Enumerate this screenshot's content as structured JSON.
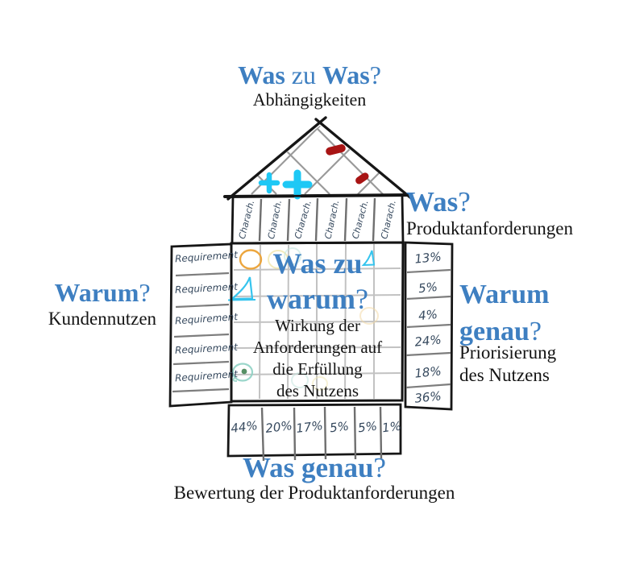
{
  "colors": {
    "accent_blue": "#3e7fc1",
    "ink_handwriting": "#36495e",
    "cyan_symbol": "#1ec8f5",
    "red_symbol": "#a81414",
    "orange_symbol": "#eca63e",
    "green_symbol": "#3a7d4a",
    "grid_gray": "#8f8f8f"
  },
  "headings": {
    "top": {
      "bold1": "Was",
      "mid": " zu ",
      "bold2": "Was",
      "q": "?",
      "subtitle": "Abhängigkeiten"
    },
    "what": {
      "bold": "Was",
      "q": "?",
      "subtitle": "Produktanforderungen"
    },
    "why": {
      "bold": "Warum",
      "q": "?",
      "subtitle": "Kundennutzen"
    },
    "why_exact": {
      "bold_line1": "Warum",
      "bold_line2": "genau",
      "q": "?",
      "subtitle_line1": "Priorisierung",
      "subtitle_line2": "des Nutzens"
    },
    "center": {
      "bold_line1": "Was zu",
      "bold_line2": "warum",
      "q": "?",
      "desc_lines": [
        "Wirkung der",
        "Anforderungen auf",
        "die Erfüllung",
        "des Nutzens"
      ]
    },
    "what_exact": {
      "bold": "Was genau",
      "q": "?",
      "subtitle": "Bewertung der Produktanforderungen"
    }
  },
  "matrix": {
    "column_headers": [
      "Charach.",
      "Charach.",
      "Charach.",
      "Charach.",
      "Charach.",
      "Charach."
    ],
    "row_labels": [
      "Requirement",
      "Requirement",
      "Requirement",
      "Requirement",
      "Requirement"
    ],
    "priority_values": [
      "13%",
      "5%",
      "4%",
      "24%",
      "18%",
      "36%"
    ],
    "rating_values": [
      "44%",
      "20%",
      "17%",
      "5%",
      "5%",
      "1%"
    ],
    "roof_symbols": [
      "plus",
      "plus",
      "minus",
      "minus"
    ],
    "cell_symbols": [
      "orange-circle",
      "cyan-fin",
      "cyan-triangle",
      "green-dot-circle"
    ]
  }
}
